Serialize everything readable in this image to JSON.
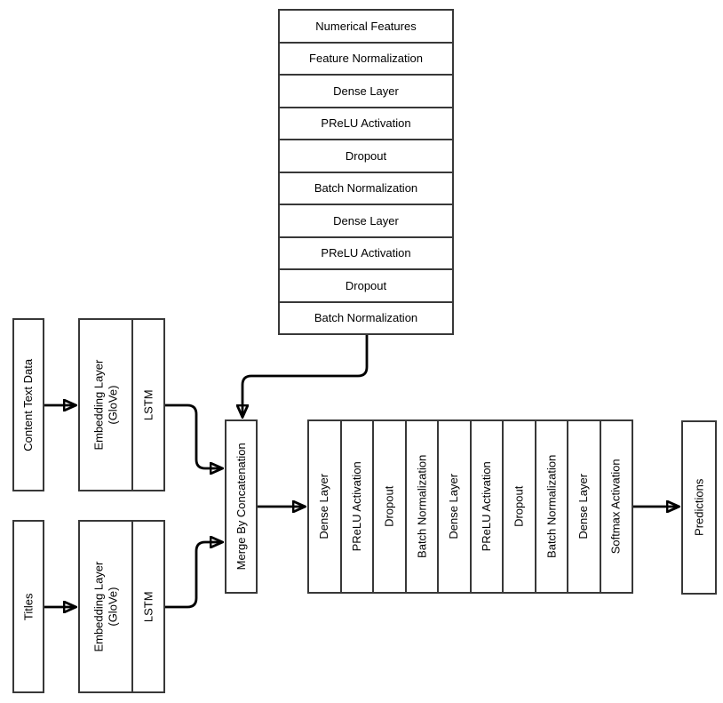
{
  "numerical_branch": {
    "rows": [
      "Numerical Features",
      "Feature Normalization",
      "Dense Layer",
      "PReLU Activation",
      "Dropout",
      "Batch Normalization",
      "Dense Layer",
      "PReLU Activation",
      "Dropout",
      "Batch Normalization"
    ]
  },
  "content_branch": {
    "input_label": "Content Text Data",
    "embedding_line1": "Embedding Layer",
    "embedding_line2": "(GloVe)",
    "lstm_label": "LSTM"
  },
  "titles_branch": {
    "input_label": "Titles",
    "embedding_line1": "Embedding Layer",
    "embedding_line2": "(GloVe)",
    "lstm_label": "LSTM"
  },
  "merge": {
    "label": "Merge By Concatenation"
  },
  "main_block": {
    "columns": [
      "Dense Layer",
      "PReLU Activation",
      "Dropout",
      "Batch Normalization",
      "Dense Layer",
      "PReLU Activation",
      "Dropout",
      "Batch Normalization",
      "Dense Layer",
      "Softmax Activation"
    ]
  },
  "output": {
    "label": "Predictions"
  },
  "colors": {
    "line": "#000000",
    "box_border": "#383838",
    "background": "#ffffff"
  },
  "edges": [
    {
      "from": "content-text-data",
      "to": "content-embedding-lstm"
    },
    {
      "from": "titles",
      "to": "titles-embedding-lstm"
    },
    {
      "from": "content-lstm",
      "to": "merge-by-concatenation"
    },
    {
      "from": "titles-lstm",
      "to": "merge-by-concatenation"
    },
    {
      "from": "numerical-branch-stack",
      "to": "merge-by-concatenation"
    },
    {
      "from": "merge-by-concatenation",
      "to": "main-dense-block"
    },
    {
      "from": "main-dense-block",
      "to": "predictions"
    }
  ]
}
